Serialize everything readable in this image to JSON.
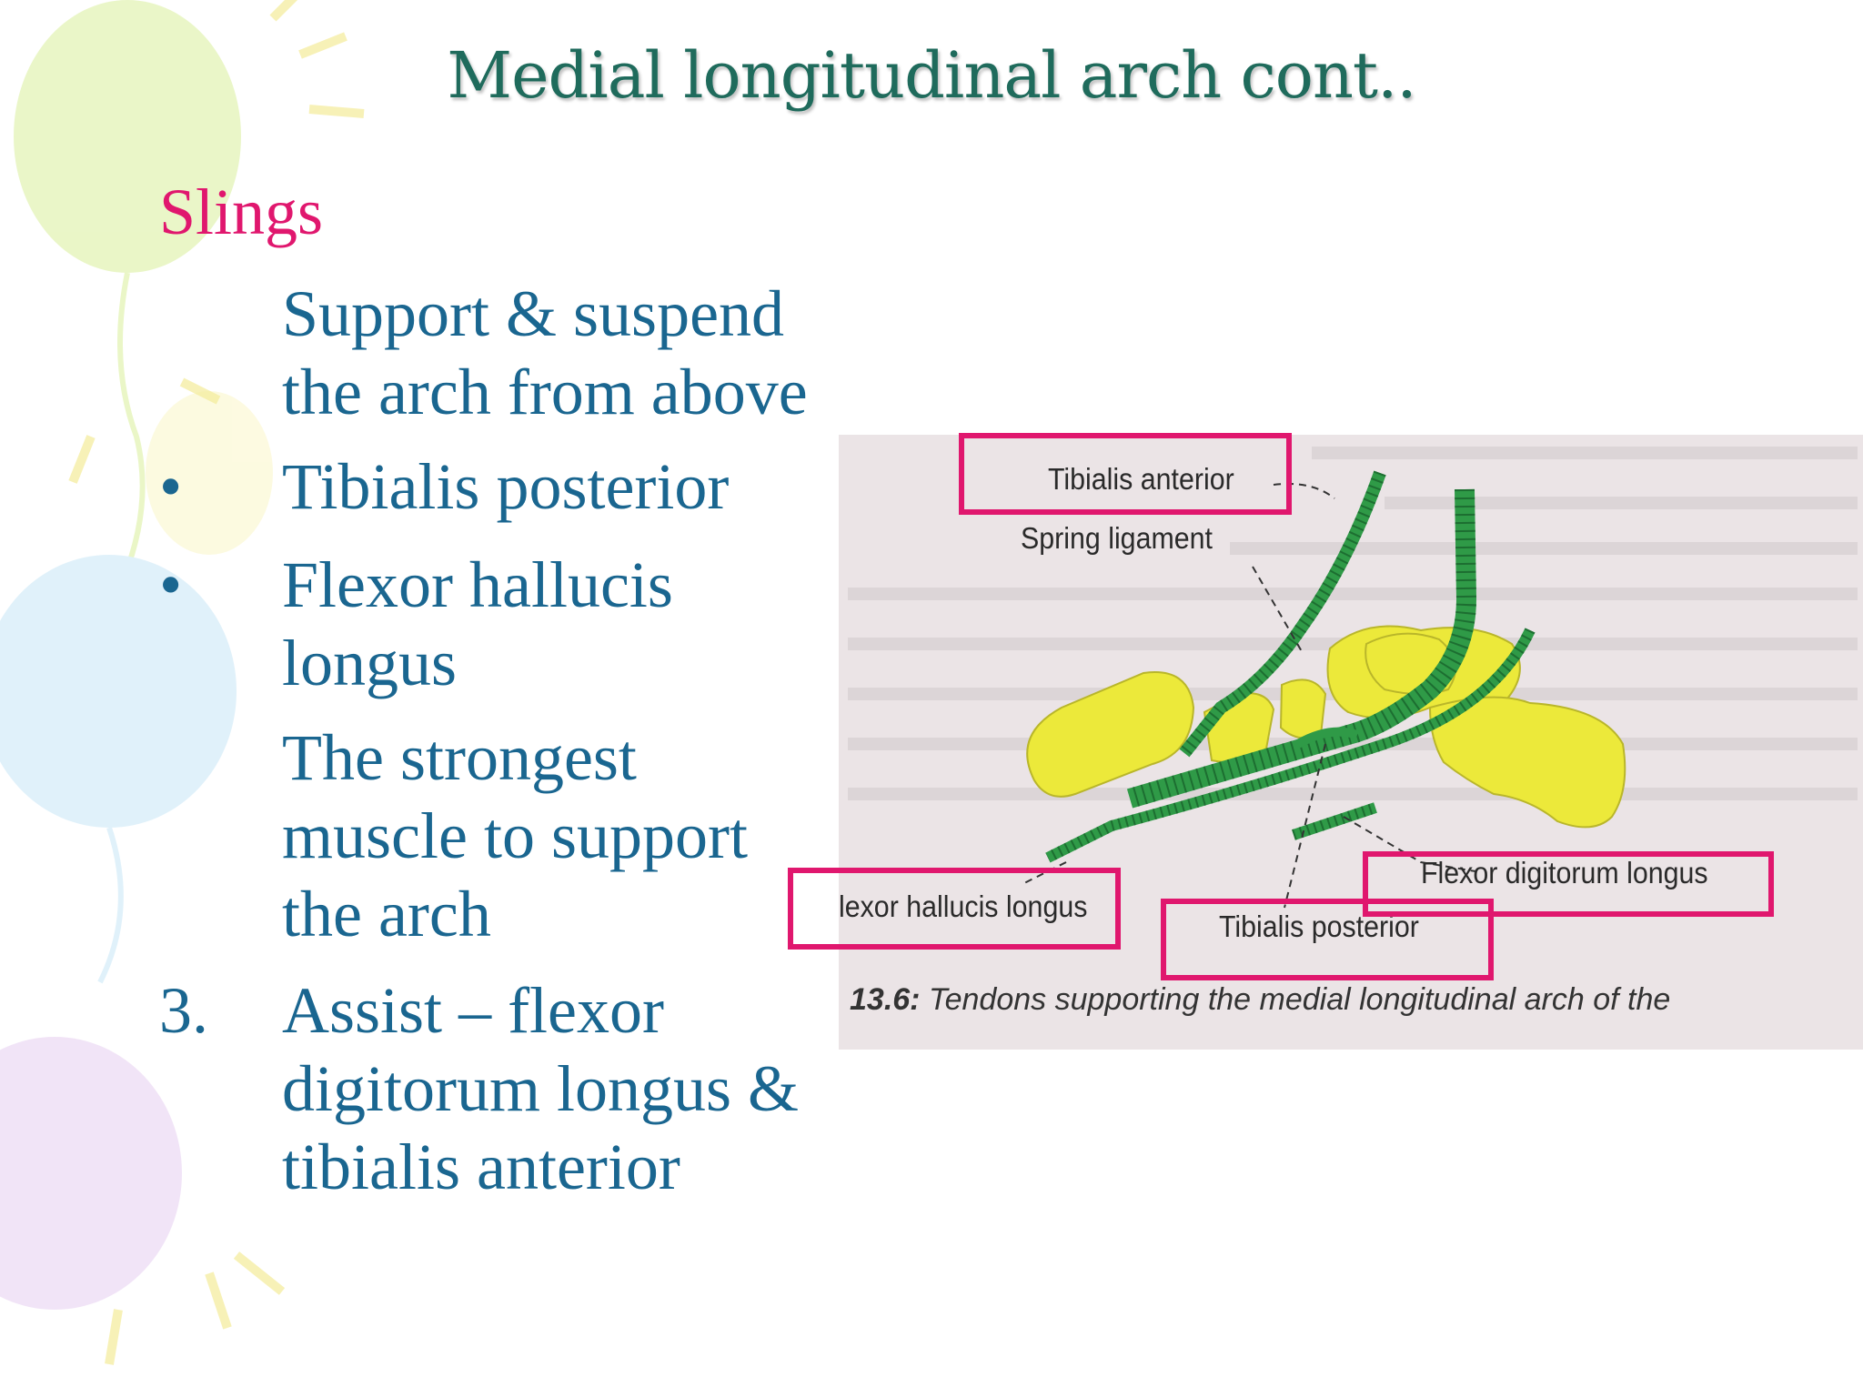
{
  "slide": {
    "title": "Medial longitudinal arch cont..",
    "heading": "Slings",
    "lines": [
      "Support & suspend",
      "the arch from above",
      "Tibialis posterior",
      "Flexor hallucis",
      "longus",
      "The strongest",
      "muscle to support",
      "the arch",
      "Assist – flexor",
      "digitorum longus &",
      "tibialis anterior"
    ],
    "bullet_symbol": "•",
    "number_marker": "3."
  },
  "figure": {
    "labels": {
      "tibialis_anterior": "Tibialis anterior",
      "spring_ligament": "Spring ligament",
      "flexor_hallucis_longus": "lexor hallucis longus",
      "flexor_digitorum_longus": "Flexor digitorum longus",
      "tibialis_posterior": "Tibialis posterior"
    },
    "caption_number": "13.6:",
    "caption_text": "Tendons supporting the medial longitudinal arch of the",
    "colors": {
      "bone": "#ece93a",
      "tendon": "#2f9a47",
      "highlight": "#e0176e",
      "background": "#ebe4e6"
    }
  },
  "theme": {
    "title_color": "#1f6b5c",
    "heading_color": "#e0176e",
    "body_color": "#1a6690"
  }
}
